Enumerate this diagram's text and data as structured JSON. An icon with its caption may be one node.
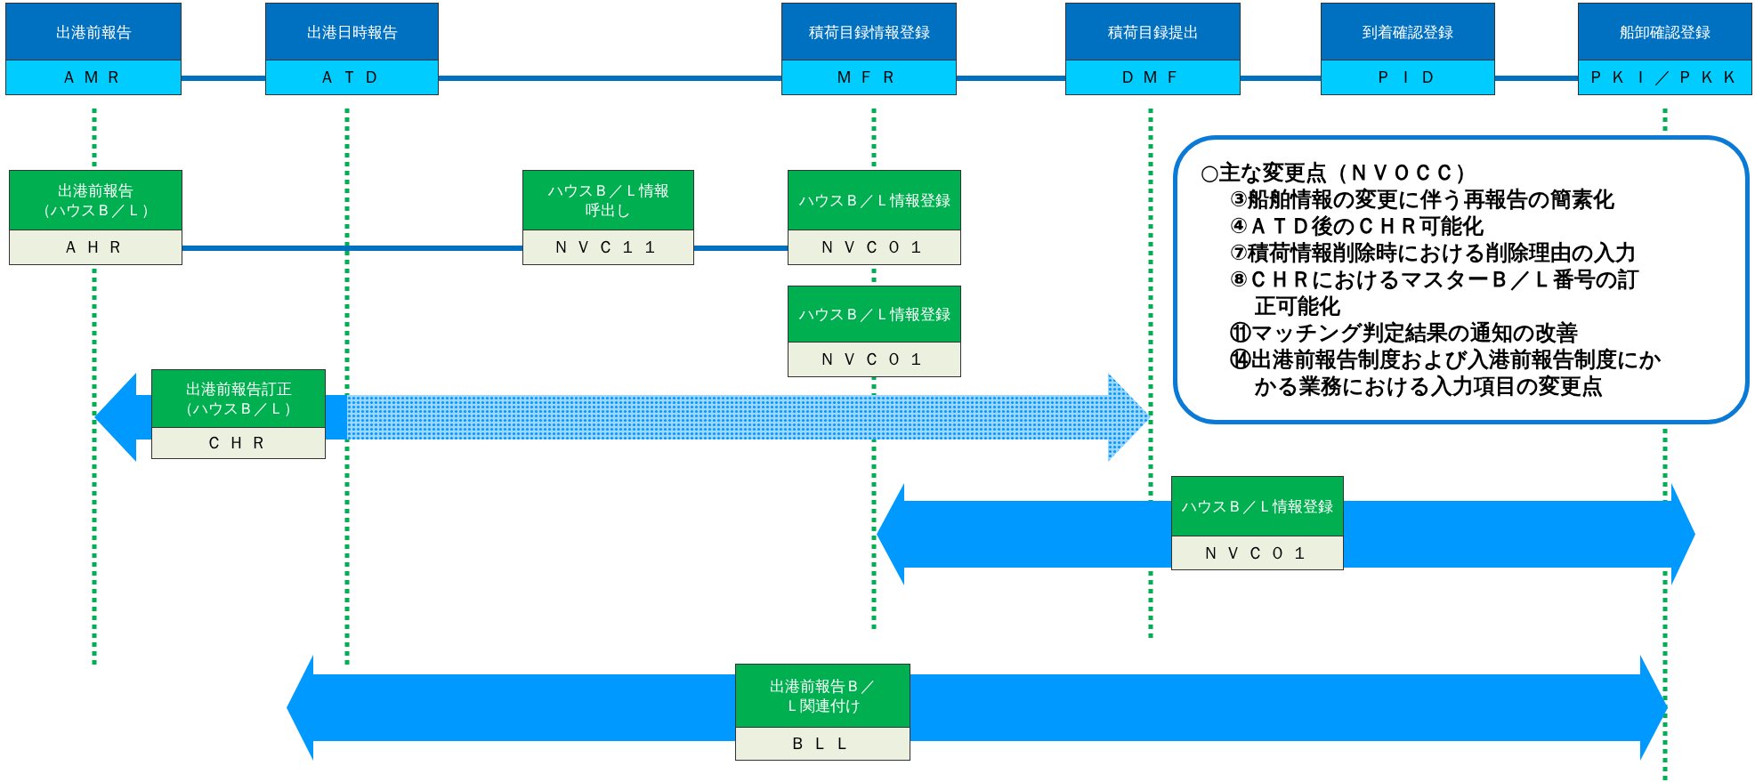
{
  "diagram": {
    "nodes": [
      {
        "text": [
          "出港前報告",
          "ＡＭＲ"
        ]
      },
      {
        "text": [
          "出港日時報告",
          "ＡＴＤ"
        ]
      },
      {
        "text": [
          "積荷目録情報登録",
          "ＭＦＲ"
        ]
      },
      {
        "text": [
          "積荷目録提出",
          "ＤＭＦ"
        ]
      },
      {
        "text": [
          "到着確認登録",
          "ＰＩＤ"
        ]
      },
      {
        "text": [
          "船卸確認登録",
          "ＰＫＩ／ＰＫＫ"
        ]
      },
      {
        "text": [
          "出港前報告（ハウスＢ／Ｌ）",
          "ＡＨＲ"
        ]
      },
      {
        "text": [
          "ハウスＢ／Ｌ情報呼出し",
          "ＮＶＣ１１"
        ]
      },
      {
        "text": [
          "ハウスＢ／Ｌ情報登録",
          "ＮＶＣ０１"
        ]
      },
      {
        "text": [
          "ハウスＢ／Ｌ情報登録",
          "ＮＶＣ０１"
        ]
      },
      {
        "text": [
          "出港前報告訂正（ハウスＢ／Ｌ）",
          "ＣＨＲ"
        ]
      },
      {
        "text": [
          "ハウスＢ／Ｌ情報登録",
          "ＮＶＣ０１"
        ]
      },
      {
        "text": [
          "出港前報告Ｂ／Ｌ関連付け",
          "ＢＬＬ"
        ]
      },
      {
        "text": [
          "○主な変更点（ＮＶＯＣＣ）",
          "③船舶情報の変更に伴う再報告の簡素化",
          "④ＡＴＤ後のＣＨＲ可能化",
          "⑦積荷情報削除時における削除理由の入力",
          "⑧ＣＨＲにおけるマスターＢ／Ｌ番号の訂正可能化",
          "⑪マッチング判定結果の通知の改善",
          "⑭出港前報告制度および入港前報告制度にかかる業務における入力項目の変更点"
        ]
      }
    ],
    "edges": [
      {
        "from": 0,
        "to": 1,
        "arrow": "none"
      },
      {
        "from": 1,
        "to": 2,
        "arrow": "none"
      },
      {
        "from": 2,
        "to": 3,
        "arrow": "none"
      },
      {
        "from": 3,
        "to": 4,
        "arrow": "none"
      },
      {
        "from": 4,
        "to": 5,
        "arrow": "none"
      },
      {
        "from": 6,
        "to": 7,
        "arrow": "none"
      },
      {
        "from": 7,
        "to": 8,
        "arrow": "none"
      }
    ]
  }
}
